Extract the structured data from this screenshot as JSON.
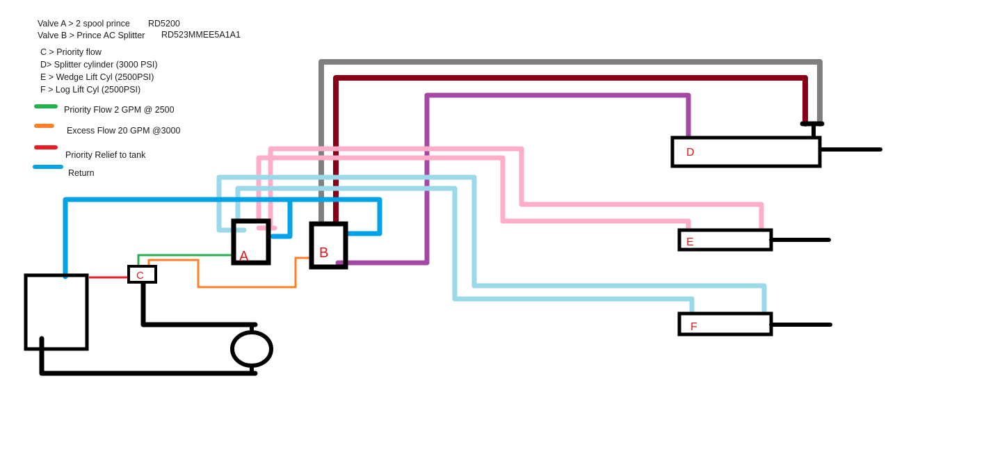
{
  "notes": {
    "valve_a": "Valve A > 2 spool prince",
    "valve_a_part": "RD5200",
    "valve_b": "Valve B > Prince AC Splitter",
    "valve_b_part": "RD523MMEE5A1A1",
    "c": "C > Priority flow",
    "d": "D> Splitter cylinder (3000 PSI)",
    "e": "E > Wedge Lift Cyl (2500PSI)",
    "f": "F > Log Lift Cyl (2500PSI)"
  },
  "legend": [
    {
      "label": "Priority Flow 2 GPM @ 2500",
      "color": "#22b14c"
    },
    {
      "label": "Excess Flow 20 GPM @3000",
      "color": "#ff7f27"
    },
    {
      "label": "Priority Relief to tank",
      "color": "#ed1c24"
    },
    {
      "label": "Return",
      "color": "#00a2e8"
    }
  ],
  "components": {
    "a": "A",
    "b": "B",
    "c": "C",
    "d": "D",
    "e": "E",
    "f": "F"
  },
  "colors": {
    "black": "#000000",
    "green": "#22b14c",
    "orange": "#ff7f27",
    "red": "#ed1c24",
    "return_blue": "#00a2e8",
    "light_blue": "#99d9ea",
    "pink": "#ffaec9",
    "gray": "#7f7f7f",
    "dark_red": "#880015",
    "purple": "#a349a4",
    "label_red": "#e8141c"
  }
}
